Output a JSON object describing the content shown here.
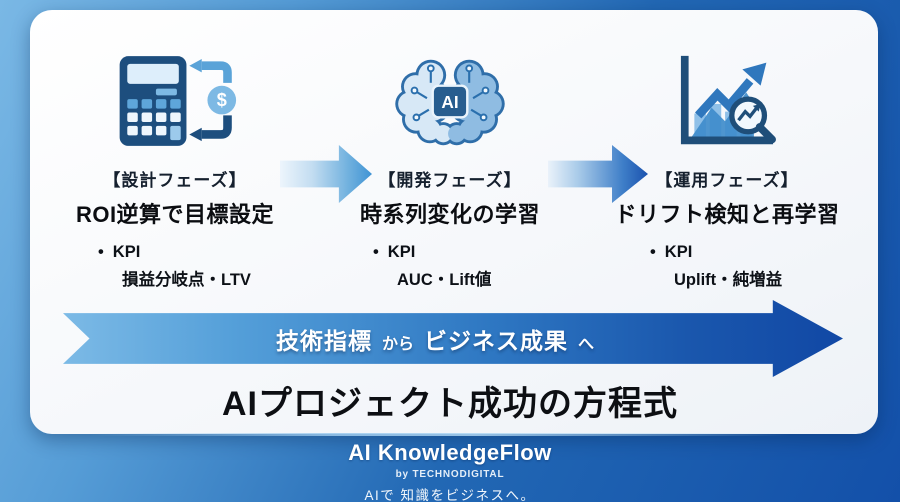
{
  "colors": {
    "bg_light": "#7ab8e5",
    "bg_dark": "#1350a9",
    "card_bg": "#f6f8fb",
    "icon_navy": "#1d4e7e",
    "icon_blue": "#5aa3d8",
    "flow_arrow_dark": "#1148a5",
    "text_dark": "#0d0f13",
    "white": "#ffffff"
  },
  "phases": [
    {
      "icon": "calculator-money-cycle",
      "icon_text": "$",
      "label": "【設計フェーズ】",
      "title": "ROI逆算で目標設定",
      "bullet_glyph": "•",
      "kpi_label": "KPI",
      "kpi_value": "損益分岐点・LTV"
    },
    {
      "icon": "ai-brain-circuit",
      "icon_text": "AI",
      "label": "【開発フェーズ】",
      "title": "時系列変化の学習",
      "bullet_glyph": "•",
      "kpi_label": "KPI",
      "kpi_value": "AUC・Lift値"
    },
    {
      "icon": "growth-chart-magnifier",
      "label": "【運用フェーズ】",
      "title": "ドリフト検知と再学習",
      "bullet_glyph": "•",
      "kpi_label": "KPI",
      "kpi_value": "Uplift・純増益"
    }
  ],
  "flow_arrow": {
    "from_term": "技術指標",
    "connector1": "から",
    "to_term": "ビジネス成果",
    "connector2": "へ"
  },
  "main_title": "AIプロジェクト成功の方程式",
  "footer": {
    "brand": "AI KnowledgeFlow",
    "byline": "by TECHNODIGITAL",
    "tagline": "AIで 知識をビジネスへ。"
  }
}
